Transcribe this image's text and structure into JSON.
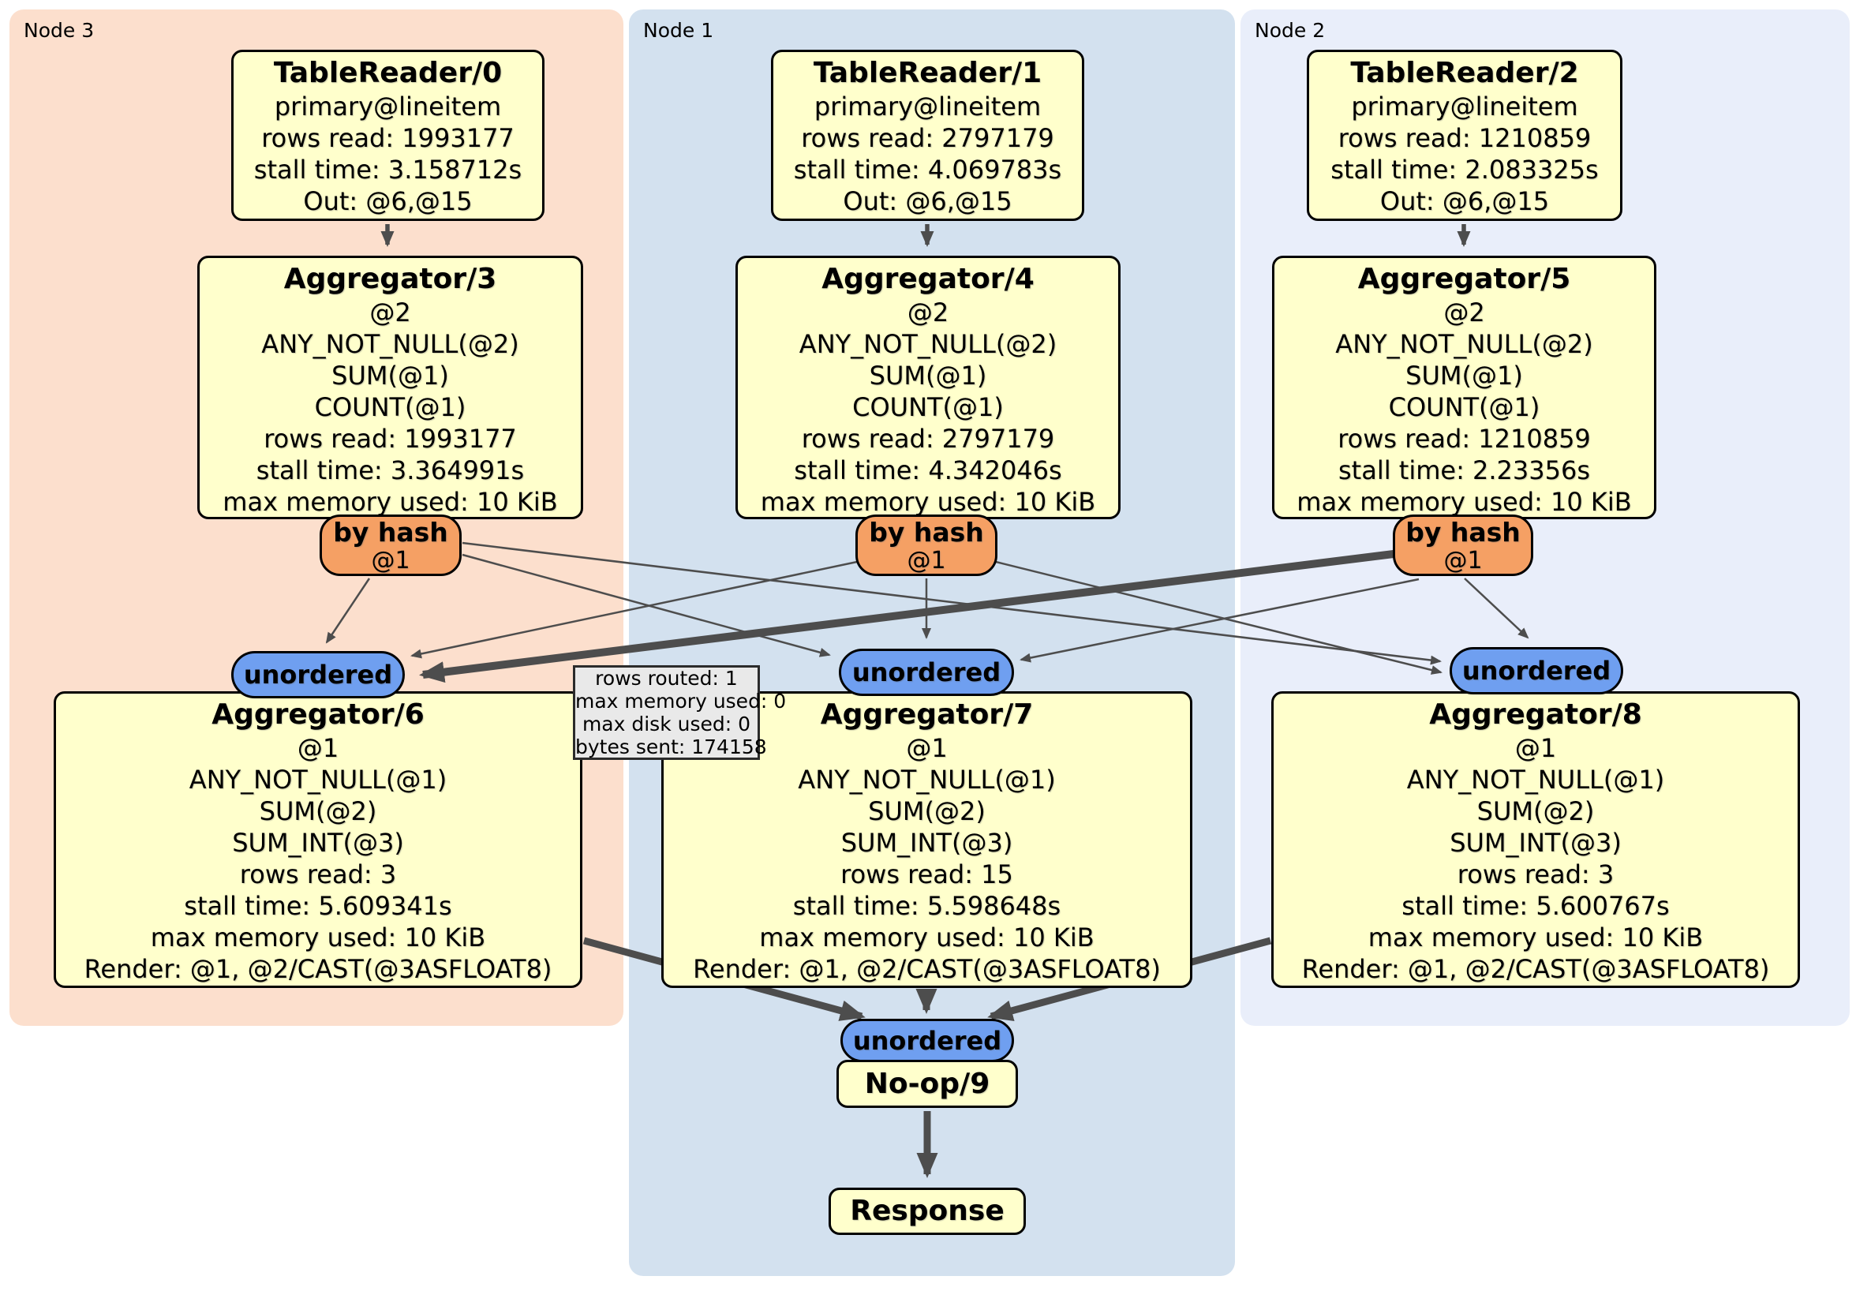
{
  "panels": [
    {
      "label": "Node 3"
    },
    {
      "label": "Node 1"
    },
    {
      "label": "Node 2"
    }
  ],
  "colors": {
    "node3_bg": "#fcdfcd",
    "node1_bg": "#d3e1ef",
    "node2_bg": "#e9eefa",
    "box_fill": "#ffffcc",
    "router_fill": "#f5a064",
    "stream_fill": "#6f9ff0",
    "edge": "#4d4d4d",
    "tooltip_bg": "#e9e9e9"
  },
  "nodes": {
    "tr0": {
      "title": "TableReader/0",
      "lines": [
        "primary@lineitem",
        "rows read: 1993177",
        "stall time: 3.158712s",
        "Out: @6,@15"
      ]
    },
    "tr1": {
      "title": "TableReader/1",
      "lines": [
        "primary@lineitem",
        "rows read: 2797179",
        "stall time: 4.069783s",
        "Out: @6,@15"
      ]
    },
    "tr2": {
      "title": "TableReader/2",
      "lines": [
        "primary@lineitem",
        "rows read: 1210859",
        "stall time: 2.083325s",
        "Out: @6,@15"
      ]
    },
    "agg3": {
      "title": "Aggregator/3",
      "lines": [
        "@2",
        "ANY_NOT_NULL(@2)",
        "SUM(@1)",
        "COUNT(@1)",
        "rows read: 1993177",
        "stall time: 3.364991s",
        "max memory used: 10 KiB"
      ]
    },
    "agg4": {
      "title": "Aggregator/4",
      "lines": [
        "@2",
        "ANY_NOT_NULL(@2)",
        "SUM(@1)",
        "COUNT(@1)",
        "rows read: 2797179",
        "stall time: 4.342046s",
        "max memory used: 10 KiB"
      ]
    },
    "agg5": {
      "title": "Aggregator/5",
      "lines": [
        "@2",
        "ANY_NOT_NULL(@2)",
        "SUM(@1)",
        "COUNT(@1)",
        "rows read: 1210859",
        "stall time: 2.23356s",
        "max memory used: 10 KiB"
      ]
    },
    "agg6": {
      "title": "Aggregator/6",
      "lines": [
        "@1",
        "ANY_NOT_NULL(@1)",
        "SUM(@2)",
        "SUM_INT(@3)",
        "rows read: 3",
        "stall time: 5.609341s",
        "max memory used: 10 KiB",
        "Render: @1, @2/CAST(@3ASFLOAT8)"
      ]
    },
    "agg7": {
      "title": "Aggregator/7",
      "lines": [
        "@1",
        "ANY_NOT_NULL(@1)",
        "SUM(@2)",
        "SUM_INT(@3)",
        "rows read: 15",
        "stall time: 5.598648s",
        "max memory used: 10 KiB",
        "Render: @1, @2/CAST(@3ASFLOAT8)"
      ]
    },
    "agg8": {
      "title": "Aggregator/8",
      "lines": [
        "@1",
        "ANY_NOT_NULL(@1)",
        "SUM(@2)",
        "SUM_INT(@3)",
        "rows read: 3",
        "stall time: 5.600767s",
        "max memory used: 10 KiB",
        "Render: @1, @2/CAST(@3ASFLOAT8)"
      ]
    },
    "noop": {
      "title": "No-op/9"
    },
    "response": {
      "title": "Response"
    }
  },
  "router": {
    "label": "by hash",
    "key": "@1"
  },
  "stream_label": "unordered",
  "tooltip": {
    "lines": [
      "rows routed: 1",
      "max memory used: 0",
      "max disk used: 0",
      "bytes sent: 174158"
    ]
  }
}
